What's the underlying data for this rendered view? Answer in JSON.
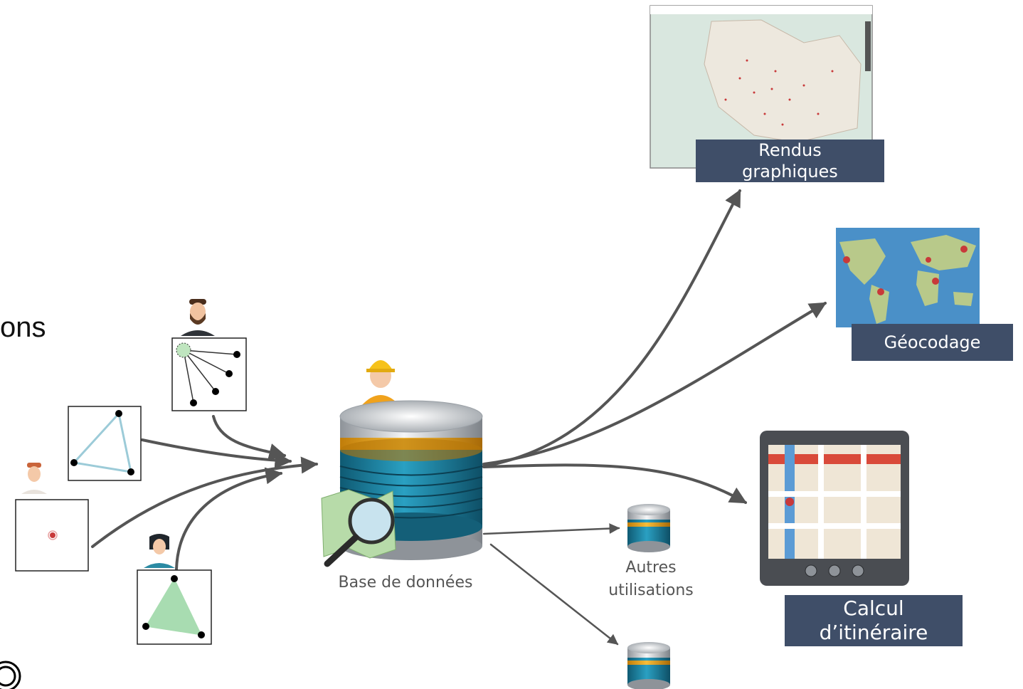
{
  "slide": {
    "title_fragment": "ons"
  },
  "labels": {
    "rendering": "Rendus graphiques",
    "geocoding": "Géocodage",
    "routing": "Calcul d’itinéraire",
    "database": "Base de données",
    "other_uses": "Autres utilisations"
  },
  "colors": {
    "label_box": "#3f4e68",
    "arrow": "#555555",
    "db_teal": "#1e7a96",
    "db_orange": "#e8a317",
    "map_ocean": "#4a90c8",
    "map_land": "#b8c98a",
    "gps_frame": "#4a4d52"
  },
  "icons": [
    "contributor-avatar",
    "database-icon",
    "web-map-thumbnail",
    "world-map-thumbnail",
    "gps-device-icon",
    "cc-license-icon"
  ]
}
